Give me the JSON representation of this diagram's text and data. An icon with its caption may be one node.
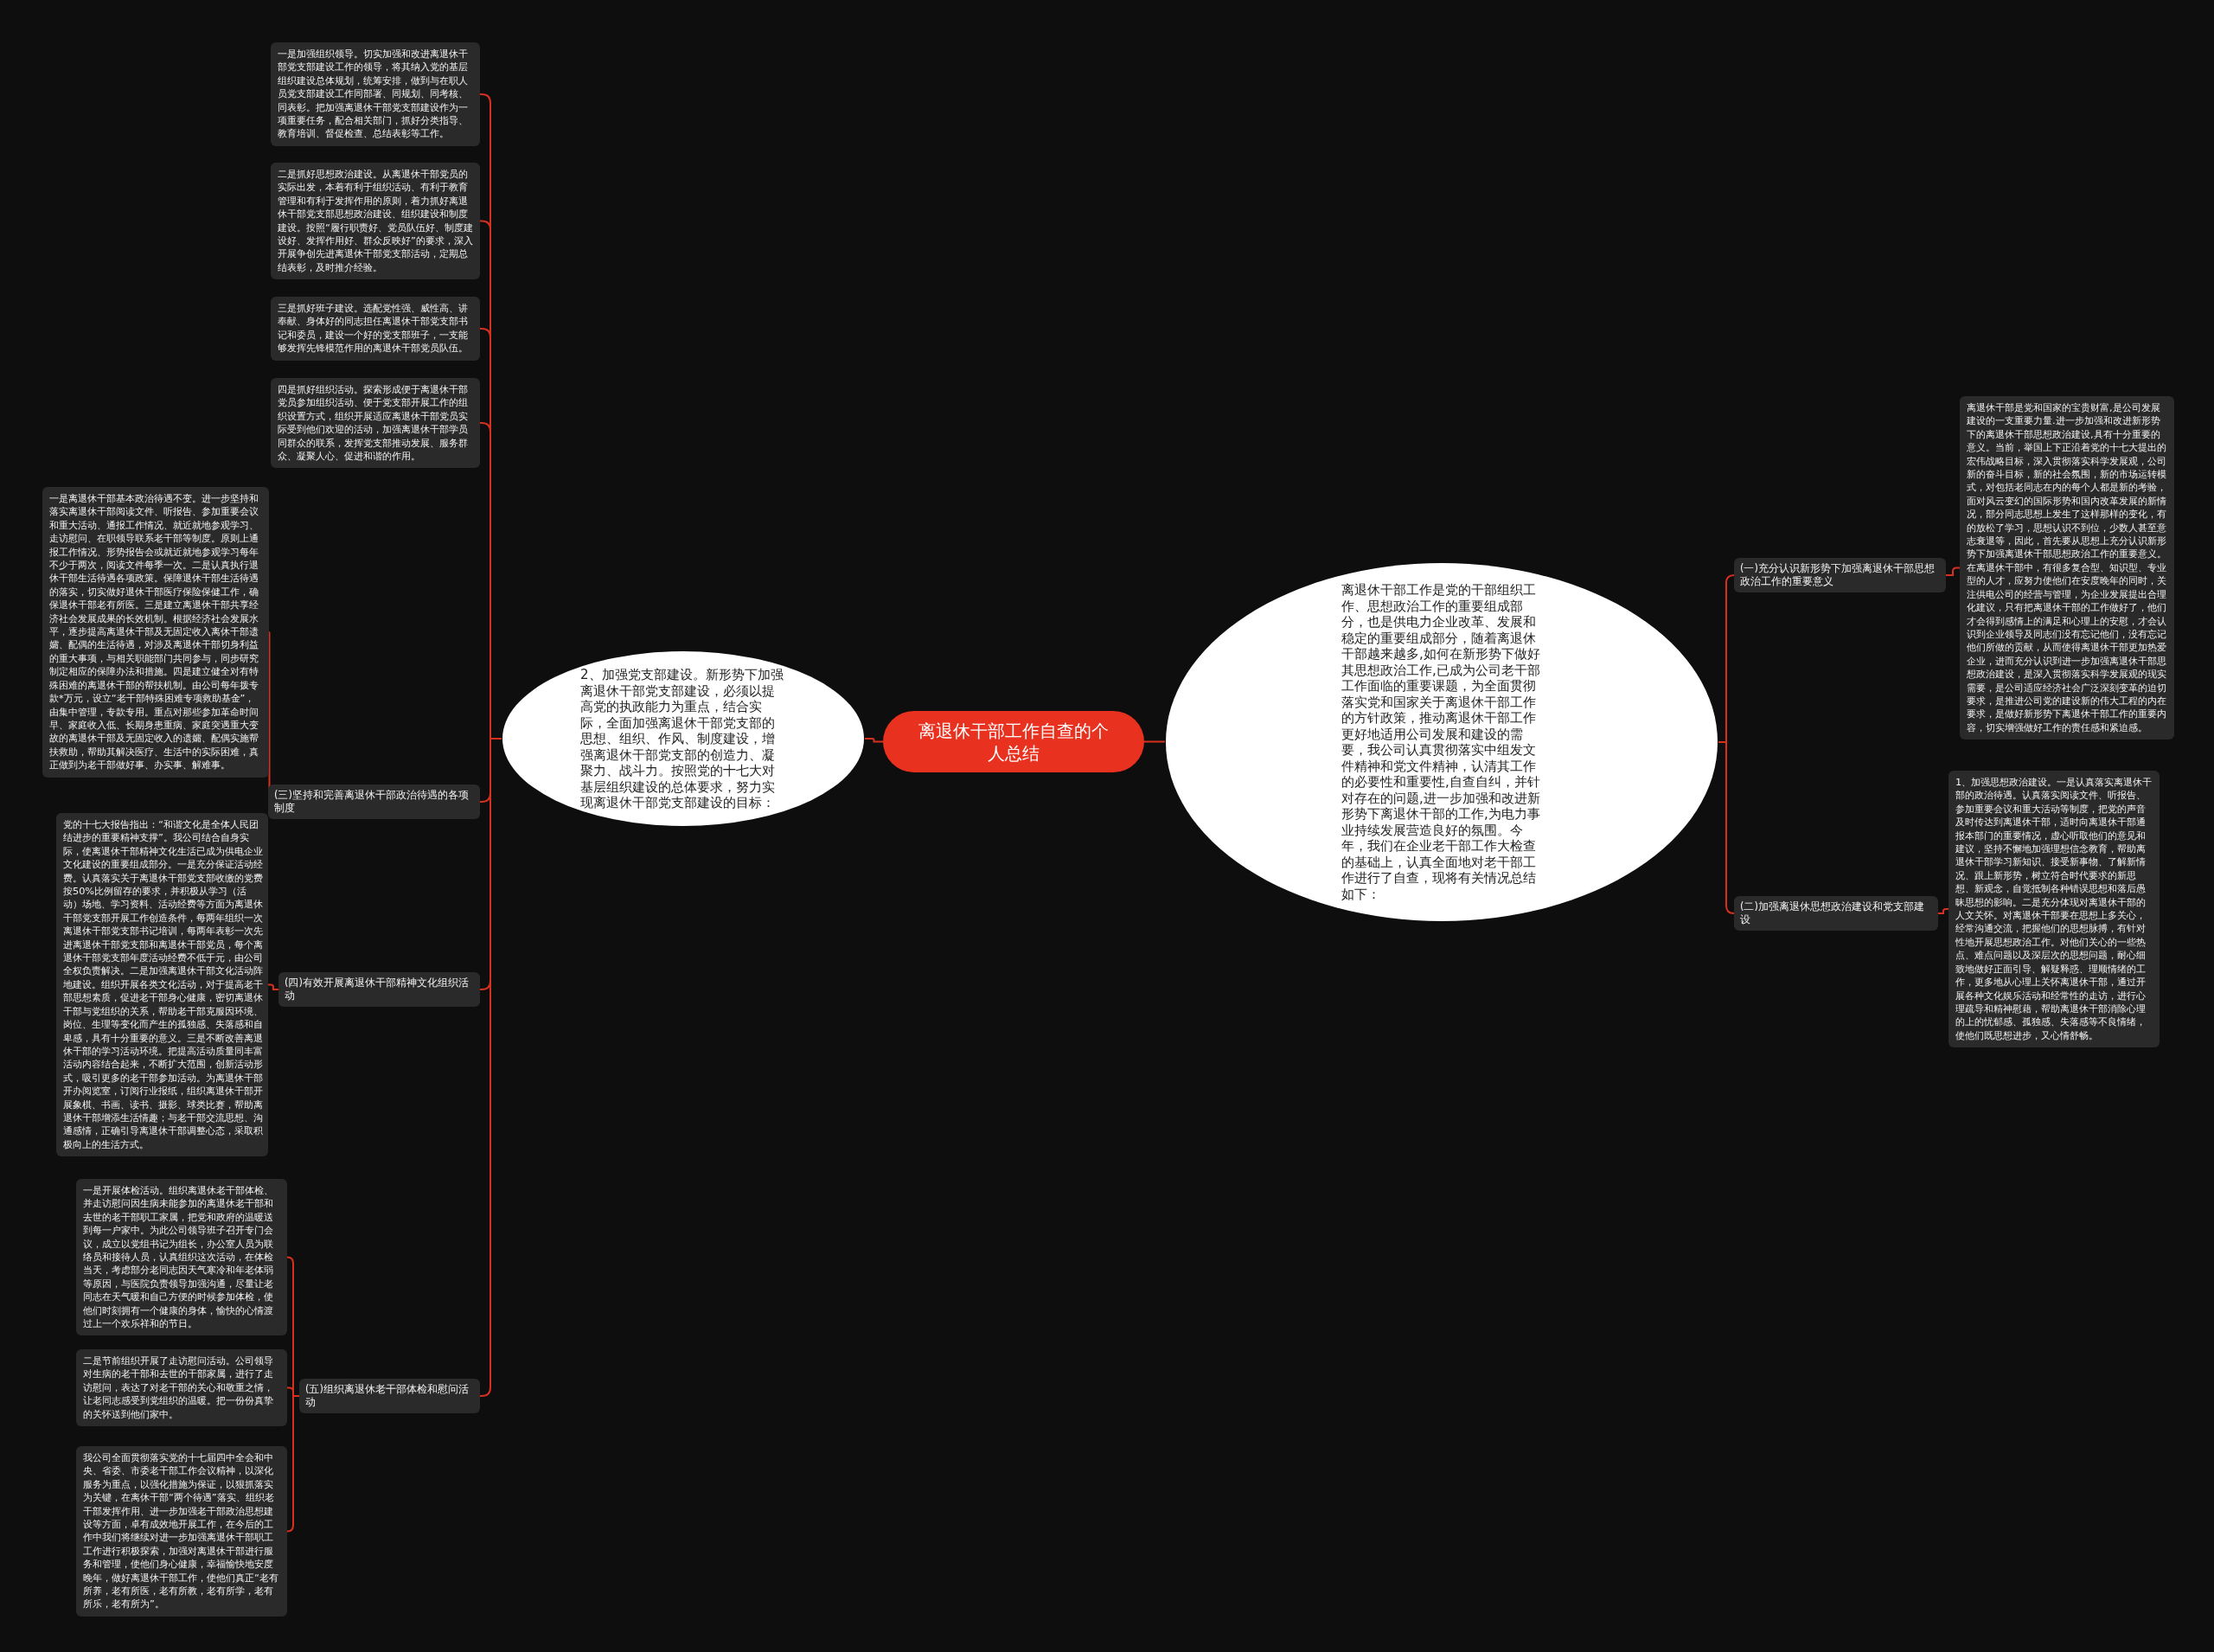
{
  "diagram": {
    "nodes": [
      {
        "text": [
          "离退休干部工作自查的个人总结"
        ]
      },
      {
        "text": [
          "2、加强党支部建设。新形势下加强离退休干部党支部建设，必须以提高党的执政能力为重点，结合实际，全面加强离退休干部党支部的思想、组织、作风、制度建设，增强离退休干部党支部的创造力、凝聚力、战斗力。按照党的十七大对基层组织建设的总体要求，努力实现离退休干部党支部建设的目标："
        ]
      },
      {
        "text": [
          "离退休干部工作是党的干部组织工作、思想政治工作的重要组成部分，也是供电力企业改革、发展和稳定的重要组成部分，随着离退休干部越来越多,如何在新形势下做好其思想政治工作,已成为公司老干部工作面临的重要课题，为全面贯彻落实党和国家关于离退休干部工作的方针政策，推动离退休干部工作更好地适用公司发展和建设的需要，我公司认真贯彻落实中组发文件精神和党文件精神，认清其工作的必要性和重要性,自查自纠，并针对存在的问题,进一步加强和改进新形势下离退休干部的工作,为电力事业持续发展营造良好的氛围。今年，我们在企业老干部工作大检查的基础上，认真全面地对老干部工作进行了自查，现将有关情况总结如下："
        ]
      },
      {
        "text": [
          "(一)充分认识新形势下加强离退休干部思想政治工作的重要意义"
        ]
      },
      {
        "text": [
          "离退休干部是党和国家的宝贵财富,是公司发展建设的一支重要力量.进一步加强和改进新形势下的离退休干部思想政治建设,具有十分重要的意义。当前，举国上下正沿着党的十七大提出的宏伟战略目标，深入贯彻落实科学发展观，公司新的奋斗目标，新的社会氛围，新的市场运转模式，对包括老同志在内的每个人都是新的考验，面对风云变幻的国际形势和国内改革发展的新情况，部分同志思想上发生了这样那样的变化，有的放松了学习，思想认识不到位，少数人甚至意志衰退等，因此，首先要从思想上充分认识新形势下加强离退休干部思想政治工作的重要意义。在离退休干部中，有很多复合型、知识型、专业型的人才，应努力使他们在安度晚年的同时，关注供电公司的经营与管理，为企业发展提出合理化建议，只有把离退休干部的工作做好了，他们才会得到感情上的满足和心理上的安慰，才会认识到企业领导及同志们没有忘记他们，没有忘记他们所做的贡献，从而使得离退休干部更加热爱企业，进而充分认识到进一步加强离退休干部思想政治建设，是深入贯彻落实科学发展观的现实需要，是公司适应经济社会广泛深刻变革的迫切要求，是推进公司党的建设新的伟大工程的内在要求，是做好新形势下离退休干部工作的重要内容，切实增强做好工作的责任感和紧迫感。"
        ]
      },
      {
        "text": [
          "(二)加强离退休思想政治建设和党支部建设"
        ]
      },
      {
        "text": [
          "1、加强思想政治建设。一是认真落实离退休干部的政治待遇。认真落实阅读文件、听报告、参加重要会议和重大活动等制度，把党的声音及时传达到离退休干部，适时向离退休干部通报本部门的重要情况，虚心听取他们的意见和建议，坚持不懈地加强理想信念教育，帮助离退休干部学习新知识、接受新事物、了解新情况、跟上新形势，树立符合时代要求的新思想、新观念，自觉抵制各种错误思想和落后愚昧思想的影响。二是充分体现对离退休干部的人文关怀。对离退休干部要在思想上多关心，经常沟通交流，把握他们的思想脉搏，有针对性地开展思想政治工作。对他们关心的一些热点、难点问题以及深层次的思想问题，耐心细致地做好正面引导、解疑释惑、理顺情绪的工作，更多地从心理上关怀离退休干部，通过开展各种文化娱乐活动和经常性的走访，进行心理疏导和精神慰藉，帮助离退休干部消除心理的上的忧郁感、孤独感、失落感等不良情绪，使他们既思想进步，又心情舒畅。"
        ]
      },
      {
        "text": [
          "一是加强组织领导。切实加强和改进离退休干部党支部建设工作的领导，将其纳入党的基层组织建设总体规划，统筹安排，做到与在职人员党支部建设工作同部署、同规划、同考核、同表彰。把加强离退休干部党支部建设作为一项重要任务，配合相关部门，抓好分类指导、教育培训、督促检查、总结表彰等工作。"
        ]
      },
      {
        "text": [
          "二是抓好思想政治建设。从离退休干部党员的实际出发，本着有利于组织活动、有利于教育管理和有利于发挥作用的原则，着力抓好离退休干部党支部思想政治建设、组织建设和制度建设。按照“履行职责好、党员队伍好、制度建设好、发挥作用好、群众反映好”的要求，深入开展争创先进离退休干部党支部活动，定期总结表彰，及时推介经验。"
        ]
      },
      {
        "text": [
          "三是抓好班子建设。选配党性强、威性高、讲奉献、身体好的同志担任离退休干部党支部书记和委员，建设一个好的党支部班子，一支能够发挥先锋模范作用的离退休干部党员队伍。"
        ]
      },
      {
        "text": [
          "四是抓好组织活动。探索形成便于离退休干部党员参加组织活动、便于党支部开展工作的组织设置方式，组织开展适应离退休干部党员实际受到他们欢迎的活动，加强离退休干部学员同群众的联系，发挥党支部推动发展、服务群众、凝聚人心、促进和谐的作用。"
        ]
      },
      {
        "text": [
          "(三)坚持和完善离退休干部政治待遇的各项制度"
        ]
      },
      {
        "text": [
          "一是离退休干部基本政治待遇不变。进一步坚持和落实离退休干部阅读文件、听报告、参加重要会议和重大活动、通报工作情况、就近就地参观学习、走访慰问、在职领导联系老干部等制度。原则上通报工作情况、形势报告会或就近就地参观学习每年不少于两次，阅读文件每季一次。二是认真执行退休干部生活待遇各项政策。保障退休干部生活待遇的落实，切实做好退休干部医疗保险保健工作，确保退休干部老有所医。三是建立离退休干部共享经济社会发展成果的长效机制。根据经济社会发展水平，逐步提高离退休干部及无固定收入离休干部遗孀、配偶的生活待遇，对涉及离退休干部切身利益的重大事项，与相关职能部门共同参与，同步研究制定相应的保障办法和措施。四是建立健全对有特殊困难的离退休干部的帮扶机制。由公司每年拨专款*万元，设立“老干部特殊困难专项救助基金”，由集中管理，专款专用。重点对那些参加革命时间早、家庭收入低、长期身患重病、家庭突遇重大变故的离退休干部及无固定收入的遗孀、配偶实施帮扶救助，帮助其解决医疗、生活中的实际困难，真正做到为老干部做好事、办实事、解难事。"
        ]
      },
      {
        "text": [
          "(四)有效开展离退休干部精神文化组织活动"
        ]
      },
      {
        "text": [
          "党的十七大报告指出：“和谐文化是全体人民团结进步的重要精神支撑”。我公司结合自身实际，使离退休干部精神文化生活已成为供电企业文化建设的重要组成部分。一是充分保证活动经费。认真落实关于离退休干部党支部收缴的党费按50%比例留存的要求，并积极从学习（活动）场地、学习资料、活动经费等方面为离退休干部党支部开展工作创造条件，每两年组织一次离退休干部党支部书记培训，每两年表彰一次先进离退休干部党支部和离退休干部党员，每个离退休干部党支部年度活动经费不低于元，由公司全权负责解决。二是加强离退休干部文化活动阵地建设。组织开展各类文化活动，对于提高老干部思想素质，促进老干部身心健康，密切离退休干部与党组织的关系，帮助老干部克服因环境、岗位、生理等变化而产生的孤独感、失落感和自卑感，具有十分重要的意义。三是不断改善离退休干部的学习活动环境。把提高活动质量同丰富活动内容结合起来，不断扩大范围，创新活动形式，吸引更多的老干部参加活动。为离退休干部开办阅览室，订阅行业报纸，组织离退休干部开展象棋、书画、读书、摄影、球类比赛，帮助离退休干部增添生活情趣；与老干部交流思想、沟通感情，正确引导离退休干部调整心态，采取积极向上的生活方式。"
        ]
      },
      {
        "text": [
          "(五)组织离退休老干部体检和慰问活动"
        ]
      },
      {
        "text": [
          "一是开展体检活动。组织离退休老干部体检、并走访慰问因生病未能参加的离退休老干部和去世的老干部职工家属，把党和政府的温暖送到每一户家中。为此公司领导班子召开专门会议，成立以党组书记为组长，办公室人员为联络员和接待人员，认真组织这次活动，在体检当天，考虑部分老同志因天气寒冷和年老体弱等原因，与医院负责领导加强沟通，尽量让老同志在天气暖和自己方便的时候参加体检，使他们时刻拥有一个健康的身体，愉快的心情渡过上一个欢乐祥和的节日。"
        ]
      },
      {
        "text": [
          "二是节前组织开展了走访慰问活动。公司领导对生病的老干部和去世的干部家属，进行了走访慰问，表达了对老干部的关心和敬重之情，让老同志感受到党组织的温暖。把一份份真挚的关怀送到他们家中。"
        ]
      },
      {
        "text": [
          "我公司全面贯彻落实党的十七届四中全会和中央、省委、市委老干部工作会议精神，以深化服务为重点，以强化措施为保证，以狠抓落实为关键，在离休干部“两个待遇”落实、组织老干部发挥作用、进一步加强老干部政治思想建设等方面，卓有成效地开展工作，在今后的工作中我们将继续对进一步加强离退休干部职工工作进行积极探索，加强对离退休干部进行服务和管理，使他们身心健康，幸福愉快地安度晚年，做好离退休干部工作，使他们真正“老有所养，老有所医，老有所教，老有所学，老有所乐，老有所为”。"
        ]
      }
    ],
    "edges": [
      {
        "from": 0,
        "to": 1,
        "arrow": "none"
      },
      {
        "from": 0,
        "to": 2,
        "arrow": "none"
      },
      {
        "from": 2,
        "to": 3,
        "arrow": "none"
      },
      {
        "from": 3,
        "to": 4,
        "arrow": "none"
      },
      {
        "from": 2,
        "to": 5,
        "arrow": "none"
      },
      {
        "from": 5,
        "to": 6,
        "arrow": "none"
      },
      {
        "from": 1,
        "to": 7,
        "arrow": "none"
      },
      {
        "from": 1,
        "to": 8,
        "arrow": "none"
      },
      {
        "from": 1,
        "to": 9,
        "arrow": "none"
      },
      {
        "from": 1,
        "to": 10,
        "arrow": "none"
      },
      {
        "from": 1,
        "to": 11,
        "arrow": "none"
      },
      {
        "from": 11,
        "to": 12,
        "arrow": "none"
      },
      {
        "from": 1,
        "to": 13,
        "arrow": "none"
      },
      {
        "from": 13,
        "to": 14,
        "arrow": "none"
      },
      {
        "from": 1,
        "to": 15,
        "arrow": "none"
      },
      {
        "from": 15,
        "to": 16,
        "arrow": "none"
      },
      {
        "from": 15,
        "to": 17,
        "arrow": "none"
      },
      {
        "from": 15,
        "to": 18,
        "arrow": "none"
      }
    ]
  }
}
